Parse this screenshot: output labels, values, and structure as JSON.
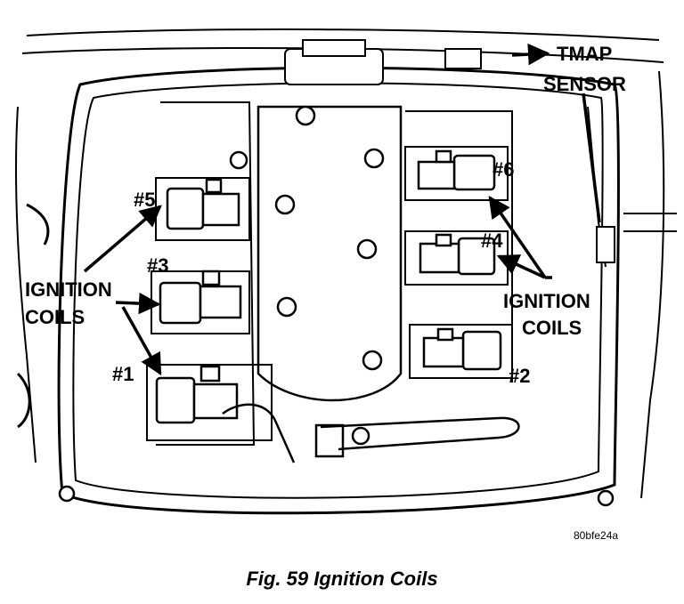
{
  "labels": {
    "tmap_line1": "TMAP",
    "tmap_line2": "SENSOR",
    "coil_1": "#1",
    "coil_2": "#2",
    "coil_3": "#3",
    "coil_4": "#4",
    "coil_5": "#5",
    "coil_6": "#6",
    "ignition_left_1": "IGNITION",
    "ignition_left_2": "COILS",
    "ignition_right_1": "IGNITION",
    "ignition_right_2": "COILS"
  },
  "figure_code": "80bfe24a",
  "caption": "Fig. 59 Ignition Coils"
}
